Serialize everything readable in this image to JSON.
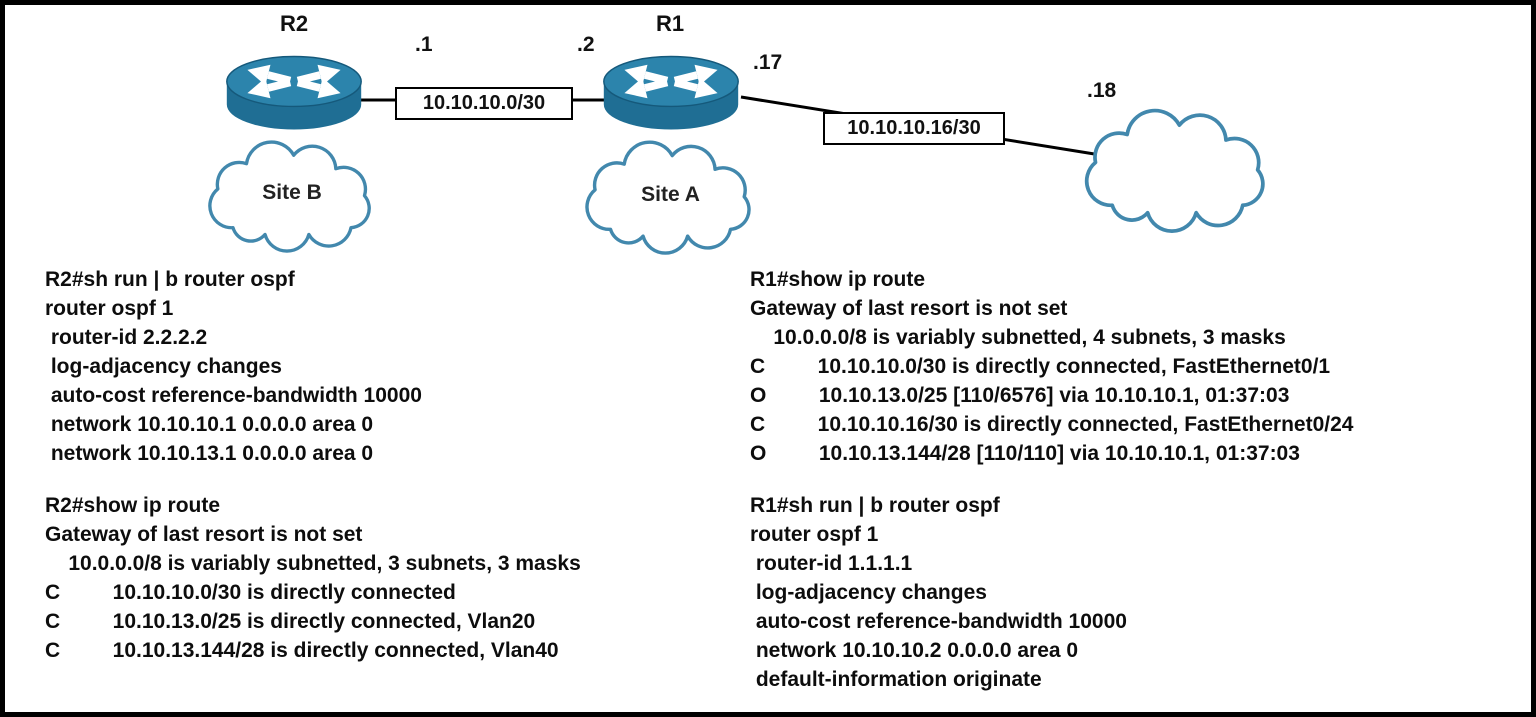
{
  "diagram": {
    "devices": {
      "r2": {
        "label": "R2"
      },
      "r1": {
        "label": "R1"
      }
    },
    "clouds": {
      "site_b": {
        "label": "Site B"
      },
      "site_a": {
        "label": "Site A"
      },
      "wan": {
        "label": ""
      }
    },
    "links": {
      "r2_r1": {
        "subnet": "10.10.10.0/30",
        "r2_ip": ".1",
        "r1_ip": ".2"
      },
      "r1_wan": {
        "subnet": "10.10.10.16/30",
        "r1_ip": ".17",
        "wan_ip": ".18"
      }
    },
    "colors": {
      "router_top": "#2c84ac",
      "router_side": "#1f6e94",
      "cloud_stroke": "#4288ad"
    }
  },
  "cli": {
    "r2_ospf": {
      "lines": [
        "R2#sh run | b router ospf",
        "router ospf 1",
        " router-id 2.2.2.2",
        " log-adjacency changes",
        " auto-cost reference-bandwidth 10000",
        " network 10.10.10.1 0.0.0.0 area 0",
        " network 10.10.13.1 0.0.0.0 area 0"
      ]
    },
    "r2_route": {
      "lines": [
        "R2#show ip route",
        "Gateway of last resort is not set",
        "    10.0.0.0/8 is variably subnetted, 3 subnets, 3 masks",
        "C         10.10.10.0/30 is directly connected",
        "C         10.10.13.0/25 is directly connected, Vlan20",
        "C         10.10.13.144/28 is directly connected, Vlan40"
      ]
    },
    "r1_route": {
      "lines": [
        "R1#show ip route",
        "Gateway of last resort is not set",
        "    10.0.0.0/8 is variably subnetted, 4 subnets, 3 masks",
        "C         10.10.10.0/30 is directly connected, FastEthernet0/1",
        "O         10.10.13.0/25 [110/6576] via 10.10.10.1, 01:37:03",
        "C         10.10.10.16/30 is directly connected, FastEthernet0/24",
        "O         10.10.13.144/28 [110/110] via 10.10.10.1, 01:37:03"
      ]
    },
    "r1_ospf": {
      "lines": [
        "R1#sh run | b router ospf",
        "router ospf 1",
        " router-id 1.1.1.1",
        " log-adjacency changes",
        " auto-cost reference-bandwidth 10000",
        " network 10.10.10.2 0.0.0.0 area 0",
        " default-information originate"
      ]
    }
  }
}
